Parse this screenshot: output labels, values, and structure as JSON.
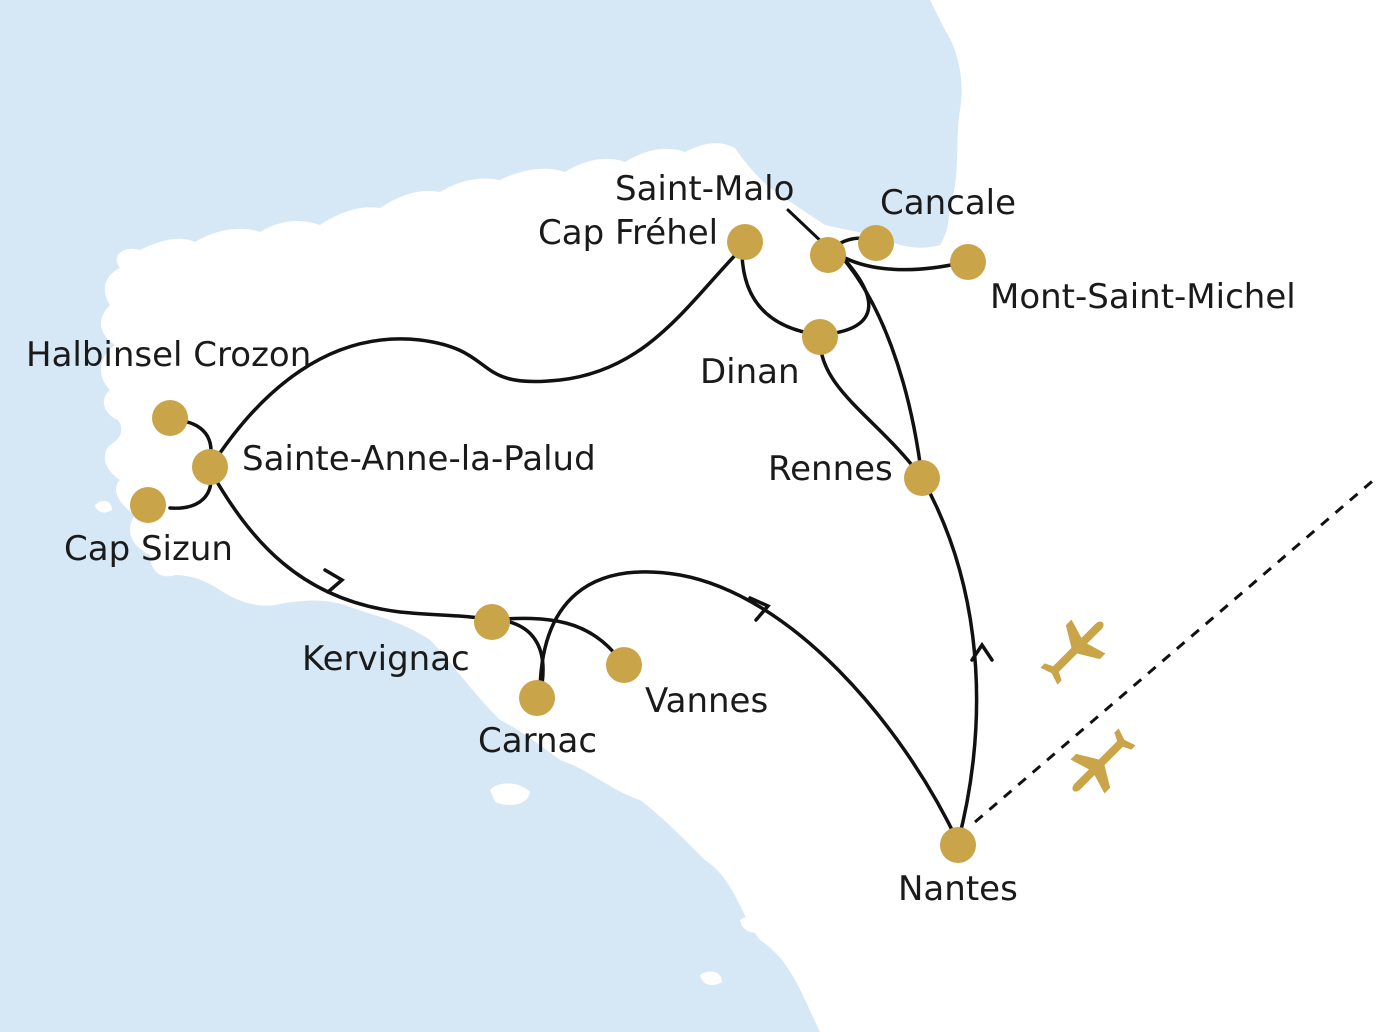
{
  "colors": {
    "sea": "#d6e8f5",
    "land": "#ffffff",
    "stop": "#c9a448",
    "route": "#111111",
    "plane": "#c9a448"
  },
  "stops": {
    "saint_malo": "Saint-Malo",
    "cap_frehel": "Cap Fréhel",
    "cancale": "Cancale",
    "mont_saint_michel": "Mont-Saint-Michel",
    "dinan": "Dinan",
    "rennes": "Rennes",
    "halbinsel_crozon": "Halbinsel Crozon",
    "sainte_anne": "Sainte-Anne-la-Palud",
    "cap_sizun": "Cap Sizun",
    "kervignac": "Kervignac",
    "vannes": "Vannes",
    "carnac": "Carnac",
    "nantes": "Nantes"
  },
  "icons": {
    "arrival": "airplane-arrival-icon",
    "departure": "airplane-departure-icon"
  }
}
